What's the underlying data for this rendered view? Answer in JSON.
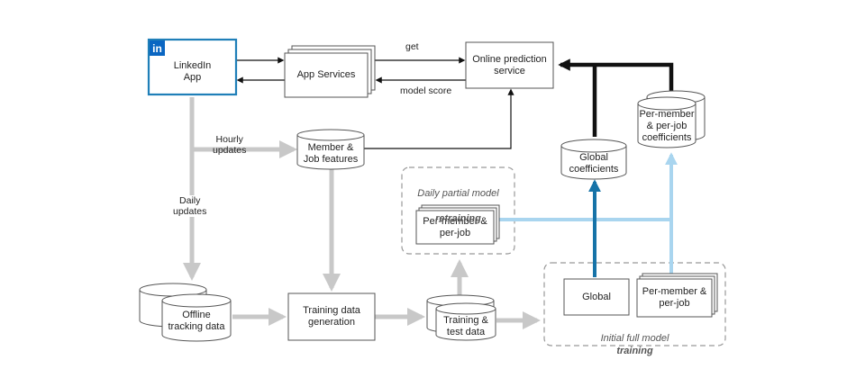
{
  "nodes": {
    "linkedin_app": "LinkedIn\nApp",
    "linkedin_logo": "in",
    "app_services": "App Services",
    "online_prediction": "Online prediction\nservice",
    "member_job_features": "Member &\nJob features",
    "offline_tracking": "Offline\ntracking data",
    "training_data_generation": "Training data\ngeneration",
    "training_test_data": "Training &\ntest data",
    "global_coefficients": "Global\ncoefficients",
    "per_member_coefficients": "Per-member\n& per-job\ncoefficients",
    "partial_per_member": "Per-member &\nper-job",
    "full_global": "Global",
    "full_per_member": "Per-member &\nper-job"
  },
  "edges": {
    "get": "get",
    "model_score": "model score",
    "hourly_updates": "Hourly\nupdates",
    "daily_updates": "Daily\nupdates"
  },
  "groups": {
    "partial_title": "Daily partial model",
    "partial_title_bold": "retraining",
    "full_title": "Initial full model",
    "full_title_bold": "training"
  },
  "colors": {
    "linkedin_blue": "#0a66c2",
    "app_border": "#1f7fb8",
    "dark_blue_arrow": "#1673a8",
    "light_blue_arrow": "#a9d5ef",
    "gray_arrow": "#c8c8c8",
    "black": "#111111"
  }
}
